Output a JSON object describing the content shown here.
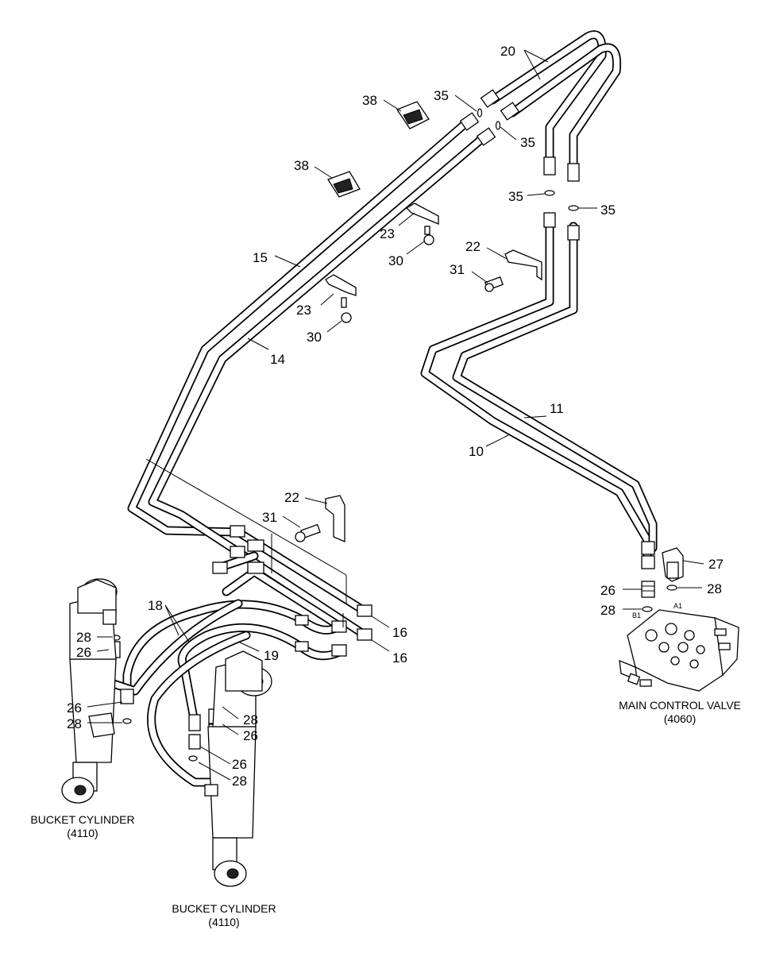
{
  "callouts": {
    "c20": "20",
    "c35a": "35",
    "c35b": "35",
    "c35c": "35",
    "c35d": "35",
    "c38a": "38",
    "c38b": "38",
    "c23a": "23",
    "c23b": "23",
    "c30a": "30",
    "c30b": "30",
    "c22a": "22",
    "c22b": "22",
    "c31a": "31",
    "c31b": "31",
    "c15": "15",
    "c14": "14",
    "c11": "11",
    "c10": "10",
    "c27": "27",
    "c26a": "26",
    "c28a": "28",
    "c28b": "28",
    "c16a": "16",
    "c16b": "16",
    "c18": "18",
    "c19": "19",
    "c28c": "28",
    "c26b": "26",
    "c26c": "26",
    "c28d": "28",
    "c28e": "28",
    "c26d": "26",
    "c26e": "26",
    "c28f": "28"
  },
  "port_labels": {
    "a1": "A1",
    "b1": "B1"
  },
  "captions": {
    "main_control_valve": {
      "line1": "MAIN CONTROL VALVE",
      "line2": "(4060)"
    },
    "bucket_cylinder_left": {
      "line1": "BUCKET CYLINDER",
      "line2": "(4110)"
    },
    "bucket_cylinder_right": {
      "line1": "BUCKET CYLINDER",
      "line2": "(4110)"
    }
  },
  "colors": {
    "line": "#000000",
    "background": "#ffffff"
  }
}
